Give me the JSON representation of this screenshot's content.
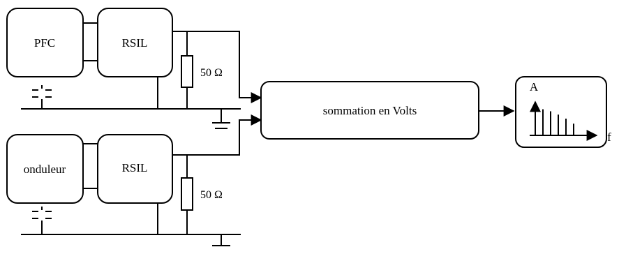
{
  "diagram": {
    "branch_top": {
      "source_label": "PFC",
      "rsil_label": "RSIL",
      "resistor_label": "50 Ω"
    },
    "branch_bottom": {
      "source_label": "onduleur",
      "rsil_label": "RSIL",
      "resistor_label": "50 Ω"
    },
    "sum_block_label": "sommation en Volts",
    "spectrum": {
      "y_label": "A",
      "x_label": "f",
      "line_heights": [
        1.0,
        0.78,
        0.72,
        0.62,
        0.5,
        0.35
      ]
    }
  }
}
